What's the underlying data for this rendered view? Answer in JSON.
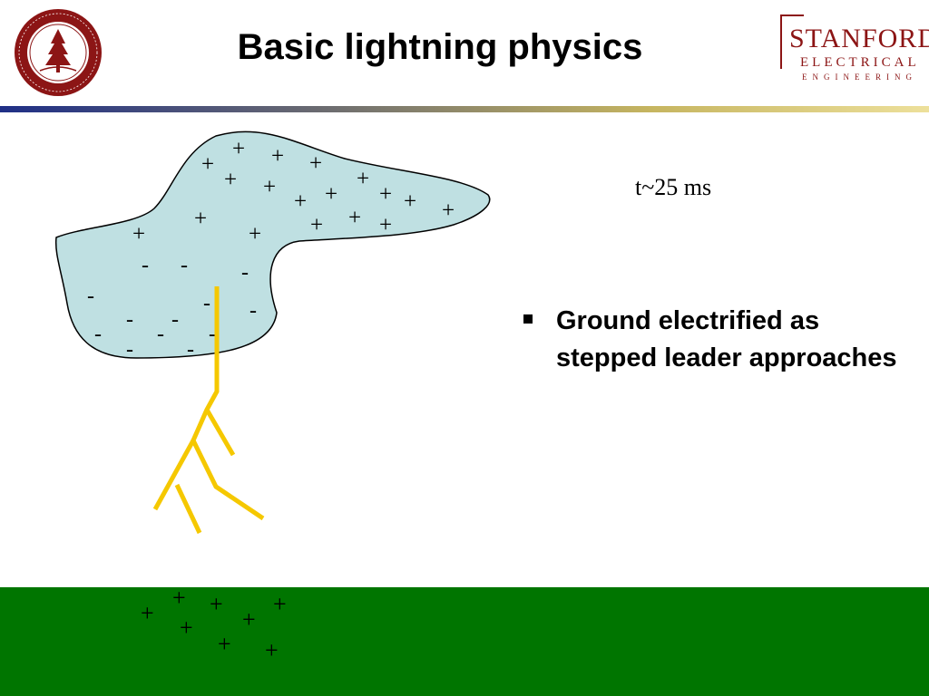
{
  "slide": {
    "title": "Basic lightning physics",
    "time_label": "t~25 ms",
    "bullets": [
      "Ground electrified as stepped leader approaches"
    ]
  },
  "logo": {
    "line1": "STANFORD",
    "line2": "ELECTRICAL",
    "line3": "ENGINEERING"
  },
  "seal": {
    "text": "LELAND STANFORD JUNIOR UNIVERSITY · ORGANIZED 1891"
  },
  "diagram": {
    "positive_symbol": "+",
    "negative_symbol": "-",
    "cloud_color": "#bfe0e2",
    "leader_color": "#f5c800",
    "ground_color": "#007500"
  }
}
